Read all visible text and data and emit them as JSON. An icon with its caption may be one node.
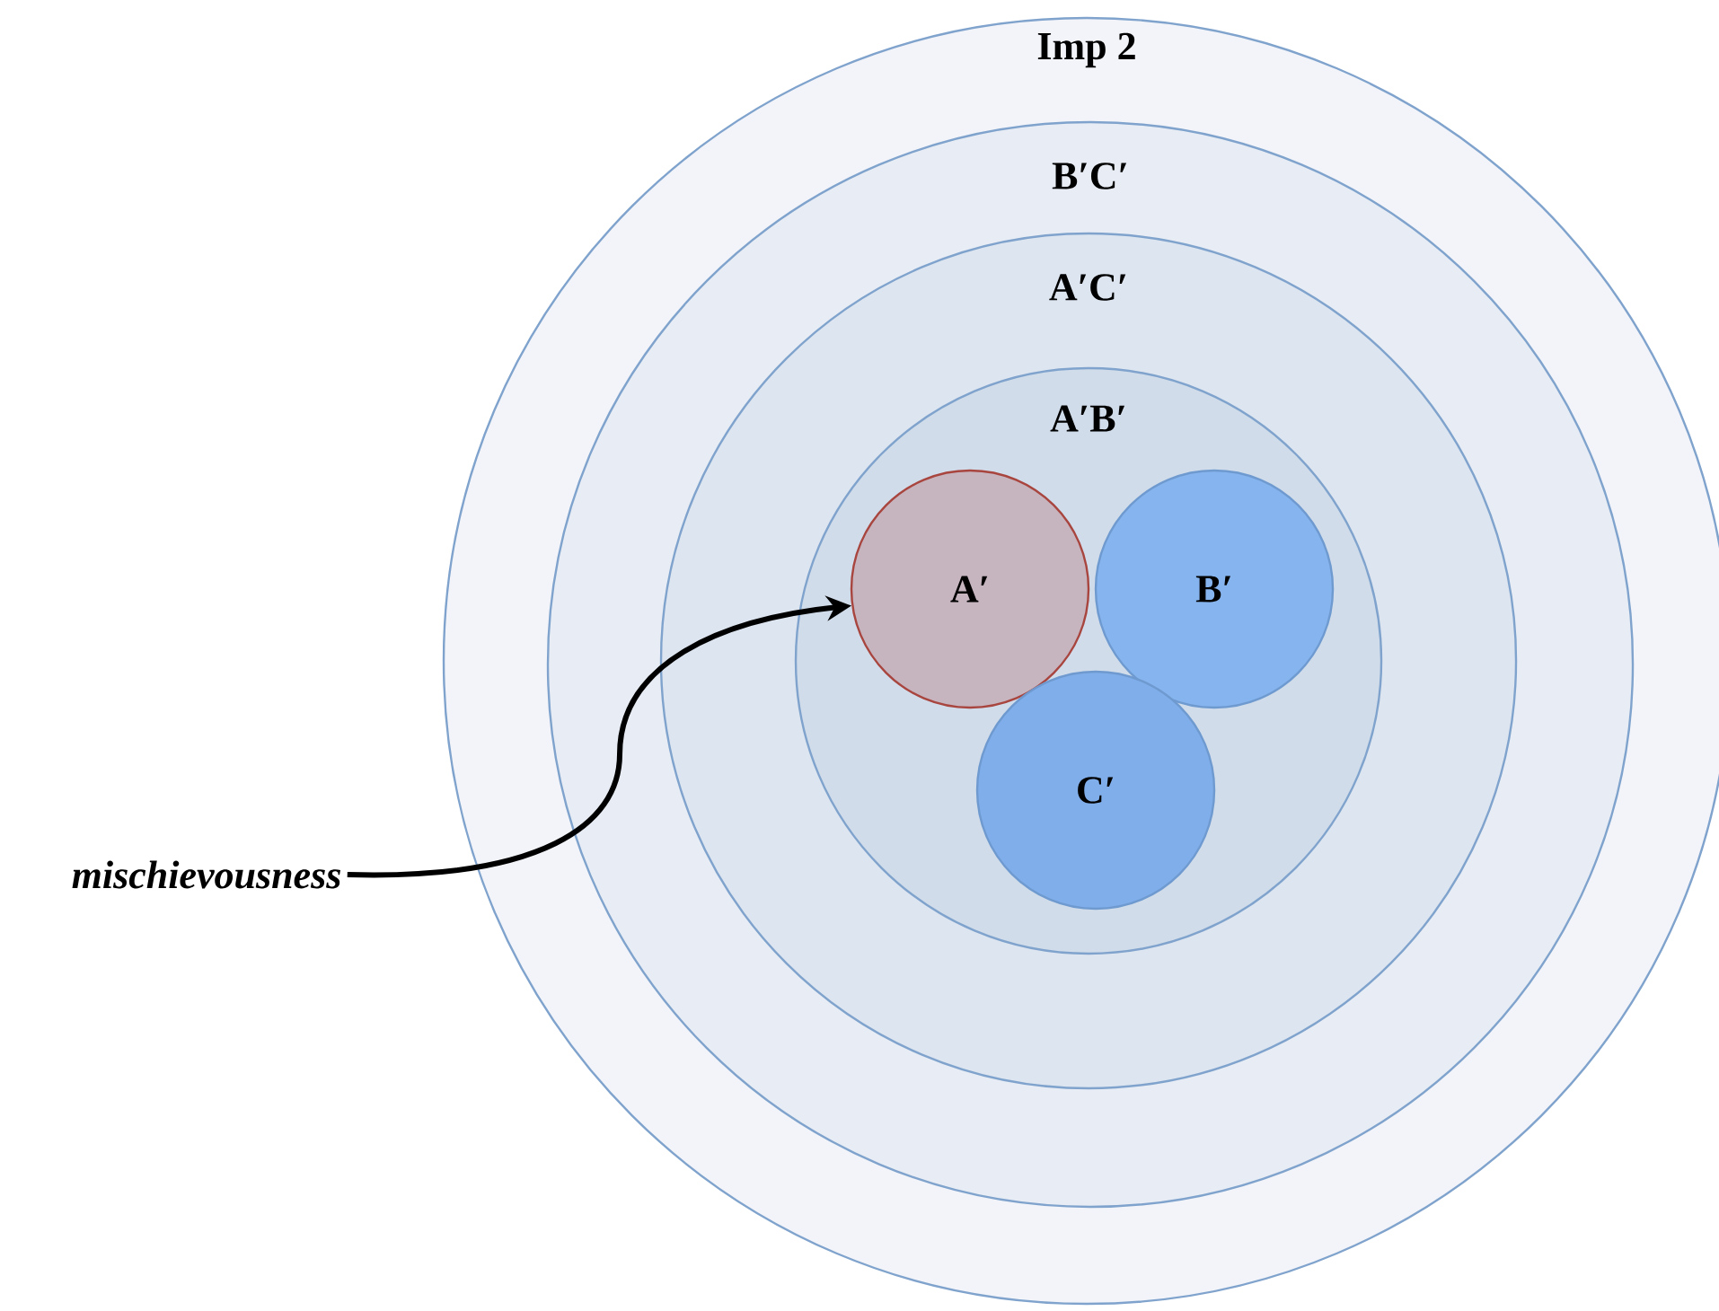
{
  "diagram": {
    "nodes": [
      {
        "text": [
          "Imp 2"
        ]
      },
      {
        "text": [
          "B′C′"
        ],
        "in": 0
      },
      {
        "text": [
          "A′C′"
        ],
        "in": 1
      },
      {
        "text": [
          "A′B′"
        ],
        "in": 2
      },
      {
        "text": [
          "A′"
        ],
        "in": 3
      },
      {
        "text": [
          "B′"
        ],
        "in": 3
      },
      {
        "text": [
          "C′"
        ],
        "in": 3
      },
      {
        "text": [
          "mischievousness"
        ]
      }
    ],
    "edges": [
      {
        "from": 7,
        "to": 4,
        "arrow": "to"
      }
    ]
  }
}
